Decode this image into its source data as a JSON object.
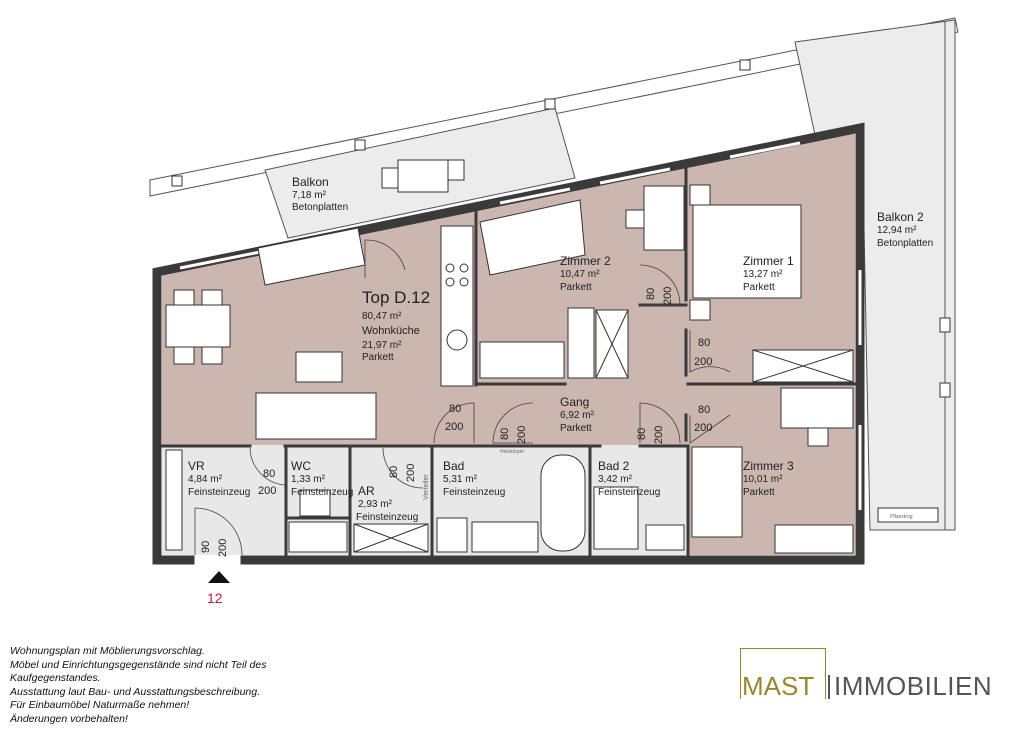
{
  "plan": {
    "unit": {
      "name": "Top D.12",
      "area": "80,47 m²"
    },
    "rooms": [
      {
        "name": "Balkon",
        "area": "7,18 m²",
        "floor": "Betonplatten"
      },
      {
        "name": "Wohnküche",
        "area": "21,97 m²",
        "floor": "Parkett"
      },
      {
        "name": "Zimmer 2",
        "area": "10,47 m²",
        "floor": "Parkett"
      },
      {
        "name": "Zimmer 1",
        "area": "13,27 m²",
        "floor": "Parkett"
      },
      {
        "name": "Balkon 2",
        "area": "12,94 m²",
        "floor": "Betonplatten"
      },
      {
        "name": "Gang",
        "area": "6,92 m²",
        "floor": "Parkett"
      },
      {
        "name": "VR",
        "area": "4,84 m²",
        "floor": "Feinsteinzeug"
      },
      {
        "name": "WC",
        "area": "1,33 m²",
        "floor": "Feinsteinzeug"
      },
      {
        "name": "AR",
        "area": "2,93 m²",
        "floor": "Feinsteinzeug"
      },
      {
        "name": "Bad",
        "area": "5,31 m²",
        "floor": "Feinsteinzeug"
      },
      {
        "name": "Bad 2",
        "area": "3,42 m²",
        "floor": "Feinsteinzeug"
      },
      {
        "name": "Zimmer 3",
        "area": "10,01 m²",
        "floor": "Parkett"
      }
    ],
    "doors": [
      {
        "width": "80",
        "height": "200"
      },
      {
        "width": "80",
        "height": "200"
      },
      {
        "width": "80",
        "height": "200"
      },
      {
        "width": "80",
        "height": "200"
      },
      {
        "width": "80",
        "height": "200"
      },
      {
        "width": "80",
        "height": "200"
      },
      {
        "width": "80",
        "height": "200"
      },
      {
        "width": "80",
        "height": "200"
      },
      {
        "width": "90",
        "height": "200"
      }
    ],
    "small_labels": {
      "verteiler": "Verteiler",
      "pflanztrog": "Pflanztrog",
      "heizkoerper": "Heizkörper"
    },
    "entrance_number": "12",
    "colors": {
      "living": "#cbb6b0",
      "wet": "#e8e8e8",
      "balcony": "#ececec",
      "entrance": "#c8163c",
      "brand": "#9a8630"
    }
  },
  "notes": [
    "Wohnungsplan mit Möblierungsvorschlag.",
    "Möbel und Einrichtungsgegenstände sind nicht Teil des",
    "Kaufgegenstandes.",
    "Ausstattung laut Bau- und Ausstattungsbeschreibung.",
    "Für Einbaumöbel Naturmaße nehmen!",
    "Änderungen vorbehalten!"
  ],
  "logo": {
    "part1": "MAST",
    "part2": "IMMOBILIEN"
  }
}
